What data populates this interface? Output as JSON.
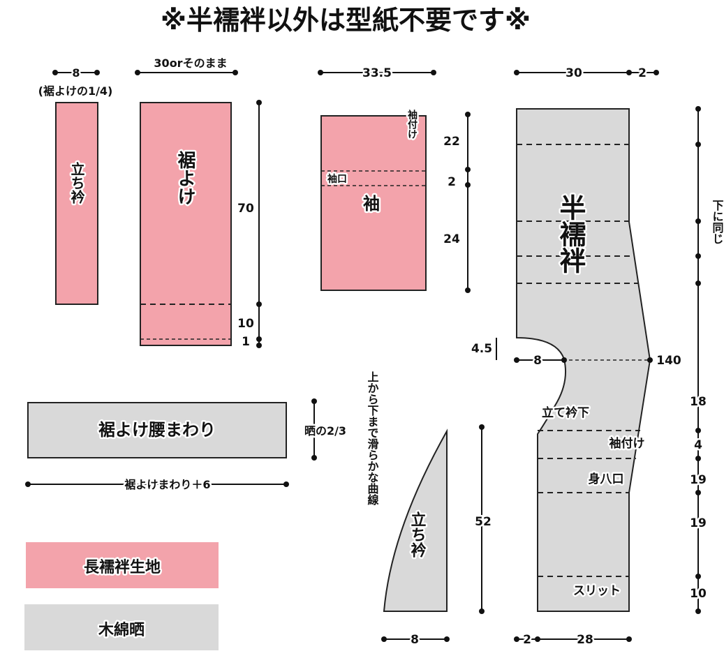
{
  "title": "※半襦袢以外は型紙不要です※",
  "colors": {
    "pink": "#F3A3AB",
    "gray": "#D9D9D9",
    "ink": "#111111"
  },
  "pieces": {
    "tachieri_small": {
      "label": "立ち衿",
      "width": "8",
      "width_note": "(裾よけの1/4)"
    },
    "susoyoke": {
      "label": "裾よけ",
      "width": "30orそのまま",
      "height": "70",
      "h2": "10",
      "h3": "1"
    },
    "sode": {
      "label": "袖",
      "width": "33.5",
      "sodetsuke": "袖付け",
      "sodeguchi": "袖口",
      "h1": "22",
      "h2": "2",
      "h3": "24"
    },
    "hanjuban": {
      "label": "半襦袢",
      "w_top": "30",
      "w_top_extra": "2",
      "side_note": "下に同じ",
      "armhole_depth": "4.5",
      "armhole_width": "8",
      "total": "140",
      "tateeri_shita": "立て衿下",
      "sodetsuke": "袖付け",
      "miyatsukuchi": "身八口",
      "slit": "スリット",
      "h1": "18",
      "h2": "4",
      "h3": "19",
      "h4": "19",
      "h5": "10",
      "w_bottom_left": "2",
      "w_bottom": "28"
    },
    "waist": {
      "label": "裾よけ腰まわり",
      "height": "晒の2/3",
      "width": "裾よけまわり＋6"
    },
    "tachieri_large": {
      "label": "立ち衿",
      "curve_note": "上から下まで滑らかな曲線",
      "height": "52",
      "width": "8"
    }
  },
  "legend": [
    {
      "label": "長襦袢生地",
      "color": "#F3A3AB"
    },
    {
      "label": "木綿晒",
      "color": "#D9D9D9"
    }
  ]
}
